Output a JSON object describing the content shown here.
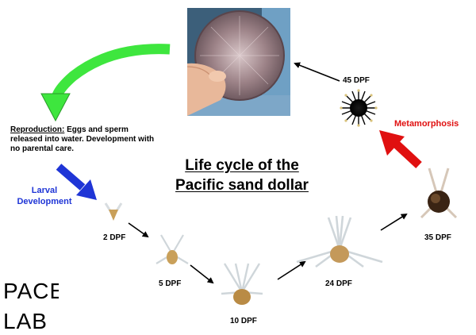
{
  "title": {
    "line1": "Life cycle of the",
    "line2": "Pacific sand dollar"
  },
  "reproduction": {
    "heading": "Reproduction:",
    "text": "Eggs and  sperm released into water. Development with no parental care."
  },
  "larval_label": {
    "line1": "Larval",
    "line2": "Development"
  },
  "metamorphosis_label": "Metamorphosis",
  "stages": [
    "2 DPF",
    "5 DPF",
    "10 DPF",
    "24 DPF",
    "35 DPF",
    "45 DPF"
  ],
  "logo": {
    "row1": "PACE",
    "row2": "LAB"
  },
  "colors": {
    "green_arrow": "#3ee63e",
    "blue_arrow": "#1f35d6",
    "red_arrow": "#e01010",
    "larval_text": "#1f35d6",
    "meta_text": "#e01010",
    "larva_body": "#c9a05a",
    "larva_arm": "#d8dde0"
  }
}
